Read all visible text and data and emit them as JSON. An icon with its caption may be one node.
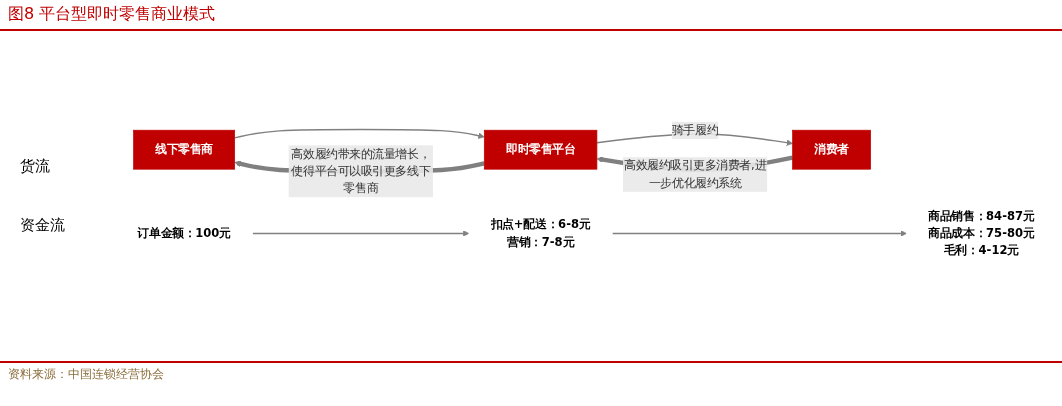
{
  "diagram": {
    "title": "图8 平台型即时零售商业模式",
    "caption": "资料来源：中国连锁经营协会",
    "nodes": [
      {
        "text": [
          "线下零售商"
        ]
      },
      {
        "text": [
          "即时零售平台"
        ]
      },
      {
        "text": [
          "消费者"
        ]
      },
      {
        "text": [
          "商品销售：84-87元",
          "商品成本：75-80元",
          "毛利：4-12元"
        ]
      },
      {
        "text": [
          "扣点+配送：6-8元",
          "营销：7-8元"
        ]
      },
      {
        "text": [
          "订单金额：100元"
        ]
      }
    ],
    "edges": [
      {
        "from": 0,
        "to": 1,
        "arrow": "to"
      },
      {
        "from": 1,
        "to": 2,
        "arrow": "to",
        "label": "骑手履约"
      },
      {
        "from": 1,
        "to": 0,
        "arrow": "to",
        "label": "高效履约带来的流量增长，使得平台可以吸引更多线下零售商",
        "style": "thick"
      },
      {
        "from": 2,
        "to": 1,
        "arrow": "to",
        "label": "高效履约吸引更多消费者,进一步优化履约系统",
        "style": "thick"
      },
      {
        "from": 5,
        "to": 4,
        "arrow": "to"
      },
      {
        "from": 4,
        "to": 3,
        "arrow": "to"
      }
    ],
    "labels": [
      "货流",
      "资金流"
    ]
  }
}
